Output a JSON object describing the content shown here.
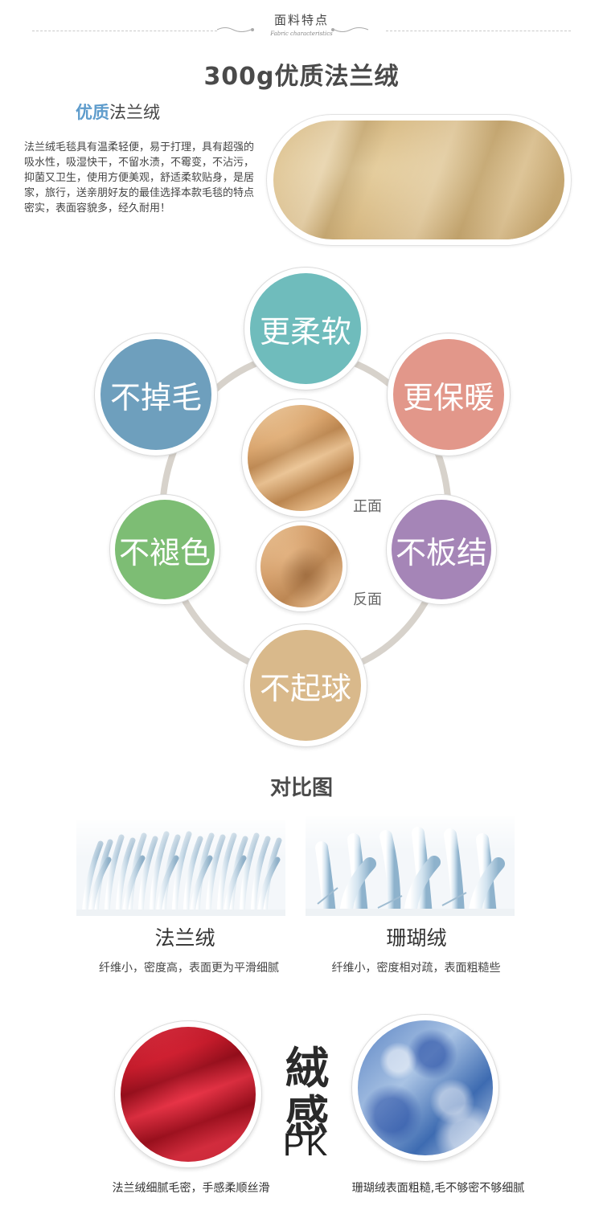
{
  "header": {
    "title": "面料特点",
    "subtitle": "Fabric characteristics"
  },
  "main_title": "300g优质法兰绒",
  "intro": {
    "title_highlight": "优质",
    "title_rest": "法兰绒",
    "description": "法兰绒毛毯具有温柔轻便，易于打理，具有超强的吸水性，吸湿快干，不留水渍，不霉变，不沾污，抑菌又卫生，使用方便美观，舒适柔软贴身，是居家，旅行，送亲朋好友的最佳选择本款毛毯的特点密实，表面容貌多，经久耐用！"
  },
  "features": {
    "top": "更柔软",
    "upper_left": "不掉毛",
    "upper_right": "更保暖",
    "lower_left": "不褪色",
    "lower_right": "不板结",
    "bottom": "不起球",
    "front_label": "正面",
    "back_label": "反面",
    "colors": {
      "top": "#6fbcbc",
      "upper_left": "#6e9fbd",
      "upper_right": "#e2978a",
      "lower_left": "#7dbd74",
      "lower_right": "#a585b7",
      "bottom": "#d9b98b"
    }
  },
  "comparison": {
    "title": "对比图",
    "left": {
      "name": "法兰绒",
      "desc": "纤维小，密度高，表面更为平滑细腻"
    },
    "right": {
      "name": "珊瑚绒",
      "desc": "纤维小，密度相对疏，表面粗糙些"
    }
  },
  "pk": {
    "word1": "絨",
    "word2": "感",
    "pk_label": "PK",
    "left_caption": "法兰绒细腻毛密，手感柔顺丝滑",
    "right_caption": "珊瑚绒表面粗糙,毛不够密不够细腻"
  }
}
